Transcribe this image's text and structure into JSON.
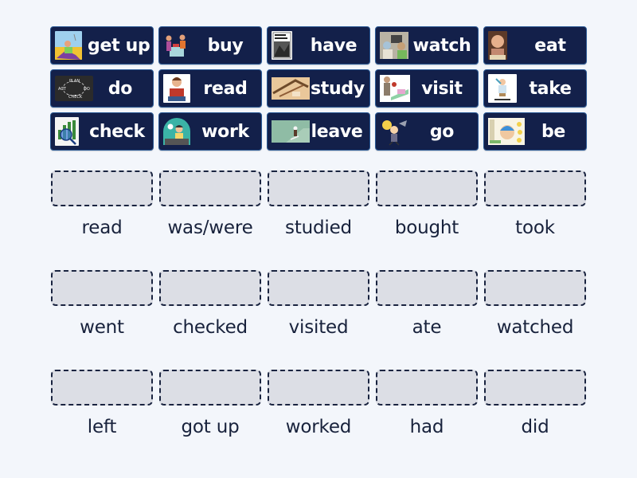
{
  "activity": {
    "type": "match-up",
    "accent_color": "#13204a",
    "tile_border_color": "#2b5a96",
    "drop_zone_fill": "#dcdee5"
  },
  "tiles": [
    {
      "word": "get up",
      "icon": "person-waking-up-image"
    },
    {
      "word": "buy",
      "icon": "people-shopping-image"
    },
    {
      "word": "have",
      "icon": "i-have-a-dream-book-image"
    },
    {
      "word": "watch",
      "icon": "family-watching-tv-image"
    },
    {
      "word": "eat",
      "icon": "child-eating-image"
    },
    {
      "word": "do",
      "icon": "plan-do-check-act-chalkboard-image"
    },
    {
      "word": "read",
      "icon": "boy-reading-book-image"
    },
    {
      "word": "study",
      "icon": "study-desk-image"
    },
    {
      "word": "visit",
      "icon": "visiting-patient-image"
    },
    {
      "word": "take",
      "icon": "take-medicine-image"
    },
    {
      "word": "check",
      "icon": "magnifier-chart-image"
    },
    {
      "word": "work",
      "icon": "office-worker-image"
    },
    {
      "word": "leave",
      "icon": "person-leaving-image"
    },
    {
      "word": "go",
      "icon": "cartoon-going-image"
    },
    {
      "word": "be",
      "icon": "thinking-kid-image"
    }
  ],
  "targets": [
    [
      {
        "label": "read"
      },
      {
        "label": "was/were"
      },
      {
        "label": "studied"
      },
      {
        "label": "bought"
      },
      {
        "label": "took"
      }
    ],
    [
      {
        "label": "went"
      },
      {
        "label": "checked"
      },
      {
        "label": "visited"
      },
      {
        "label": "ate"
      },
      {
        "label": "watched"
      }
    ],
    [
      {
        "label": "left"
      },
      {
        "label": "got up"
      },
      {
        "label": "worked"
      },
      {
        "label": "had"
      },
      {
        "label": "did"
      }
    ]
  ]
}
